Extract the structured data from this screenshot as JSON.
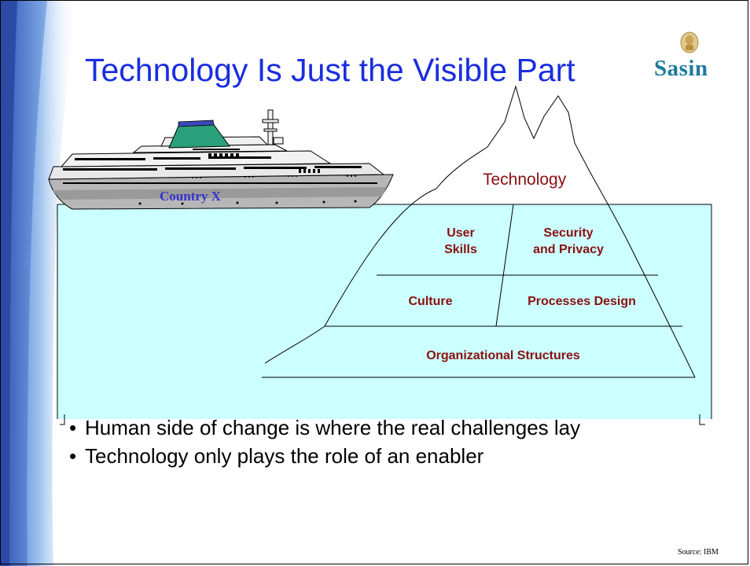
{
  "slide": {
    "title": "Technology Is Just the Visible Part",
    "logo_text": "Sasin",
    "ship_label": "Country X",
    "iceberg": {
      "tip_label": "Technology",
      "user_skills_line1": "User",
      "user_skills_line2": "Skills",
      "security_line1": "Security",
      "security_line2": "and Privacy",
      "culture": "Culture",
      "processes": "Processes Design",
      "structures": "Organizational Structures"
    },
    "bullets": [
      "Human side of change is where the real challenges lay",
      "Technology only plays the role of an enabler"
    ],
    "bullet_glyph": "•",
    "source": "Source: IBM"
  },
  "colors": {
    "title": "#1a2ee0",
    "water": "#ccffff",
    "iceberg_text": "#8b0f0f",
    "ship_label": "#3333cc",
    "logo": "#1f7a9e"
  },
  "icons": [
    "sasin-emblem-icon",
    "cruise-ship-icon"
  ]
}
